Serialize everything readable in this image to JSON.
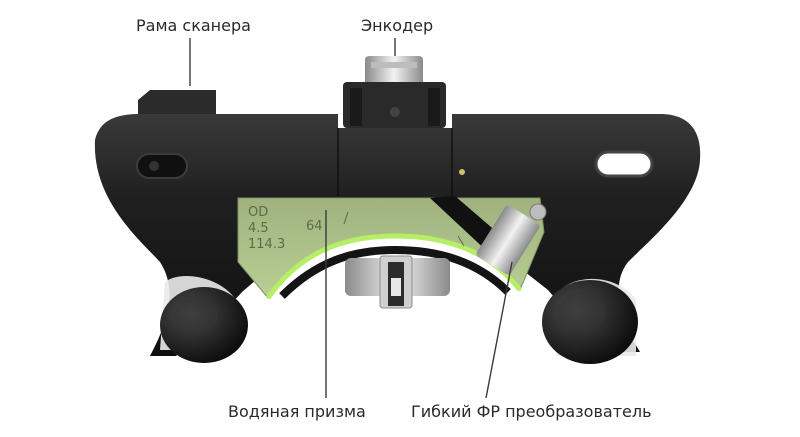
{
  "labels": {
    "scanner_frame": "Рама сканера",
    "encoder": "Энкодер",
    "water_prism": "Водяная призма",
    "flexible_transducer": "Гибкий ФР преобразователь"
  },
  "wedge_markings": {
    "od": "OD",
    "value_1": "4.5",
    "value_2": "114.3",
    "value_3": "64"
  },
  "colors": {
    "body": "#1c1c1c",
    "wedge": "#a8bf85",
    "wedge_edge": "#b6ef66",
    "metal": "#d9d9d9",
    "leader": "#3a3a3a"
  }
}
